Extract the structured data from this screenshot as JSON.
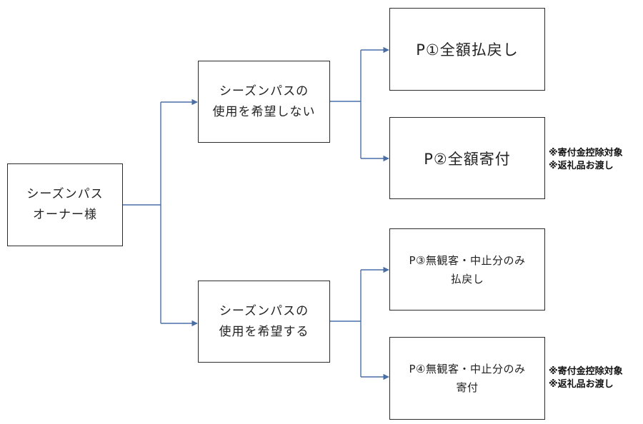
{
  "owner": {
    "line1": "シーズンパス",
    "line2": "オーナー様"
  },
  "branch_no_use": {
    "line1": "シーズンパスの",
    "line2": "使用を希望しない"
  },
  "branch_use": {
    "line1": "シーズンパスの",
    "line2": "使用を希望する"
  },
  "option1": {
    "label": "P①全額払戻し"
  },
  "option2": {
    "label": "P②全額寄付"
  },
  "option3": {
    "line1": "P③無観客・中止分のみ",
    "line2": "払戻し"
  },
  "option4": {
    "line1": "P④無観客・中止分のみ",
    "line2": "寄付"
  },
  "note_option2": {
    "line1": "※寄付金控除対象",
    "line2": "※返礼品お渡し"
  },
  "note_option4": {
    "line1": "※寄付金控除対象",
    "line2": "※返礼品お渡し"
  },
  "colors": {
    "connector": "#4a6fa5",
    "border": "#2b2b2b"
  }
}
